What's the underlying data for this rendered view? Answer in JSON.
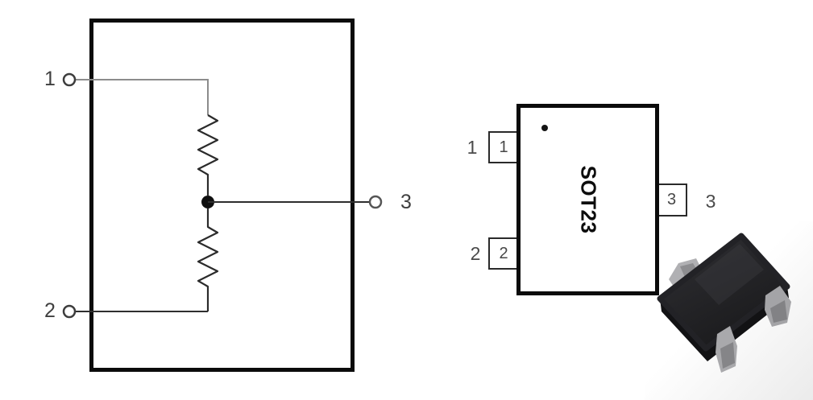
{
  "schematic": {
    "pin1": "1",
    "pin2": "2",
    "pin3": "3"
  },
  "pinout": {
    "package_name": "SOT23",
    "pad1": "1",
    "pad2": "2",
    "pad3": "3",
    "pin1": "1",
    "pin2": "2",
    "pin3": "3"
  },
  "colors": {
    "outline_black": "#0b0b0b",
    "wire_grey": "#8c8c8c",
    "wire_dark": "#2e2e2e",
    "label_grey": "#3f3f3f",
    "pad_border": "#2a2a2a",
    "package_body_dark": "#232327",
    "lead_grey": "#a9a9ac",
    "background": "#ffffff"
  }
}
